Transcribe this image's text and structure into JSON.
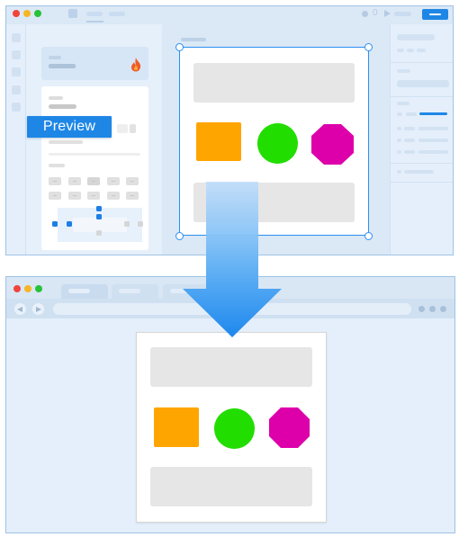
{
  "colors": {
    "accent": "#1e87e6",
    "square": "#ffa500",
    "circle": "#22dd00",
    "octagon": "#dd00aa",
    "window_red": "#f0453a",
    "window_yellow": "#f5b624",
    "window_green": "#27c23a"
  },
  "editor": {
    "preview_label": "Preview",
    "counter": "0"
  },
  "shapes": [
    "square",
    "circle",
    "octagon"
  ],
  "icons": {
    "flame": "flame-icon",
    "play": "play-icon",
    "arrow": "down-arrow-icon",
    "back": "back-icon",
    "forward": "forward-icon"
  }
}
